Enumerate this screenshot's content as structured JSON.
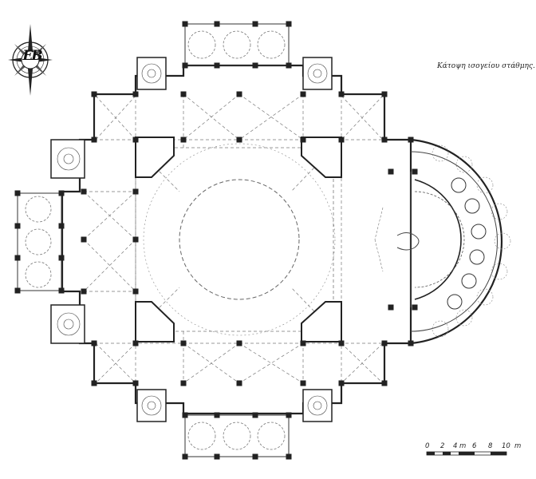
{
  "caption": "Κάτοψη ισογείου στάθμης.",
  "compass": {
    "icon": "compass-rose-icon",
    "letters": "EB"
  },
  "scale": {
    "ticks": [
      "0",
      "2",
      "4",
      "6",
      "8",
      "10"
    ],
    "unit": "m"
  },
  "colors": {
    "line": "#222222",
    "dash": "#666666",
    "fill": "#ffffff"
  }
}
